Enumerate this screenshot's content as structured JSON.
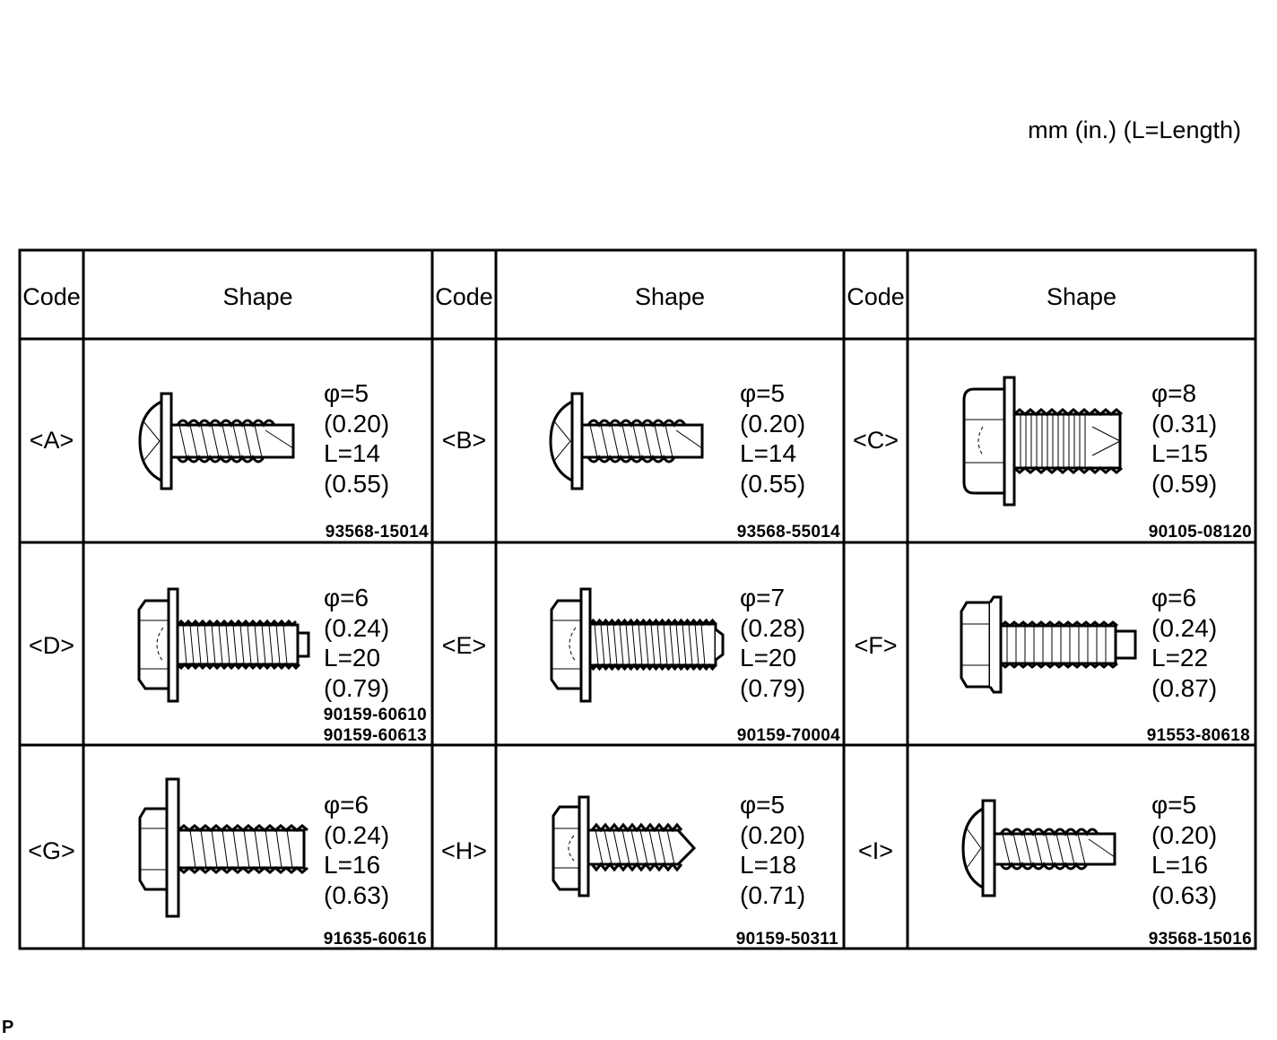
{
  "units_note": "mm (in.) (L=Length)",
  "corner_mark": "P",
  "headers": {
    "code": "Code",
    "shape": "Shape"
  },
  "items": [
    {
      "code": "<A>",
      "spec": [
        "φ=5",
        "(0.20)",
        "L=14",
        "(0.55)"
      ],
      "part_numbers": [
        "93568-15014"
      ],
      "icon": "pan-head-tapping-screw-icon"
    },
    {
      "code": "<B>",
      "spec": [
        "φ=5",
        "(0.20)",
        "L=14",
        "(0.55)"
      ],
      "part_numbers": [
        "93568-55014"
      ],
      "icon": "pan-head-tapping-screw-icon"
    },
    {
      "code": "<C>",
      "spec": [
        "φ=8",
        "(0.31)",
        "L=15",
        "(0.59)"
      ],
      "part_numbers": [
        "90105-08120"
      ],
      "icon": "flange-hex-bolt-icon"
    },
    {
      "code": "<D>",
      "spec": [
        "φ=6",
        "(0.24)",
        "L=20",
        "(0.79)"
      ],
      "part_numbers": [
        "90159-60610",
        "90159-60613"
      ],
      "icon": "hex-washer-bolt-icon"
    },
    {
      "code": "<E>",
      "spec": [
        "φ=7",
        "(0.28)",
        "L=20",
        "(0.79)"
      ],
      "part_numbers": [
        "90159-70004"
      ],
      "icon": "hex-washer-bolt-icon"
    },
    {
      "code": "<F>",
      "spec": [
        "φ=6",
        "(0.24)",
        "L=22",
        "(0.87)"
      ],
      "part_numbers": [
        "91553-80618"
      ],
      "icon": "flange-hex-bolt-pilot-icon"
    },
    {
      "code": "<G>",
      "spec": [
        "φ=6",
        "(0.24)",
        "L=16",
        "(0.63)"
      ],
      "part_numbers": [
        "91635-60616"
      ],
      "icon": "hex-washer-bolt-icon"
    },
    {
      "code": "<H>",
      "spec": [
        "φ=5",
        "(0.20)",
        "L=18",
        "(0.71)"
      ],
      "part_numbers": [
        "90159-50311"
      ],
      "icon": "hex-tapping-screw-icon"
    },
    {
      "code": "<I>",
      "spec": [
        "φ=5",
        "(0.20)",
        "L=16",
        "(0.63)"
      ],
      "part_numbers": [
        "93568-15016"
      ],
      "icon": "pan-head-tapping-screw-icon"
    }
  ]
}
